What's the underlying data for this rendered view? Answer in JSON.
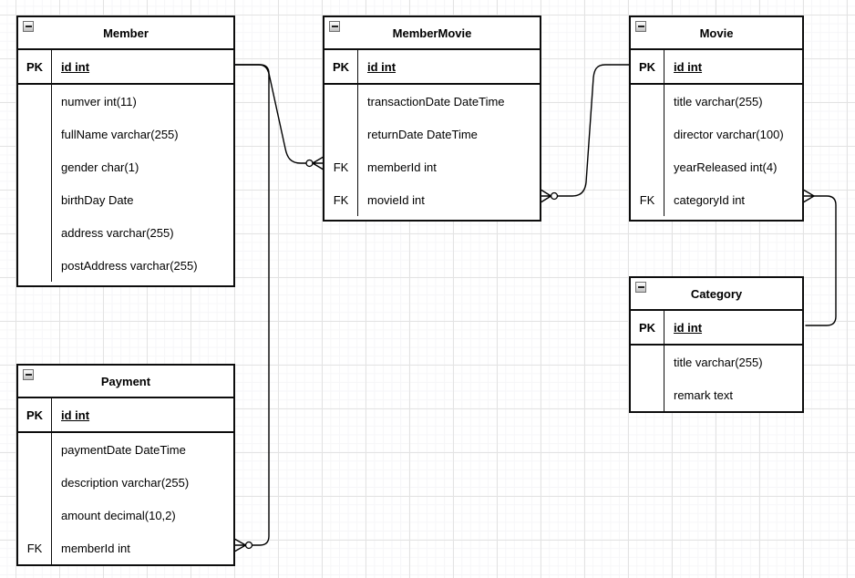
{
  "colors": {
    "canvas_bg": "#ffffff",
    "grid_major": "#e3e3e3",
    "grid_minor": "#f6f6f8",
    "table_border": "#0d0d0d",
    "table_bg": "#ffffff",
    "text": "#000000"
  },
  "tables": [
    {
      "title": "Member",
      "rows": [
        {
          "key": "PK",
          "text": "id int"
        },
        {
          "key": "",
          "text": "numver int(11)"
        },
        {
          "key": "",
          "text": "fullName varchar(255)"
        },
        {
          "key": "",
          "text": "gender char(1)"
        },
        {
          "key": "",
          "text": "birthDay Date"
        },
        {
          "key": "",
          "text": "address varchar(255)"
        },
        {
          "key": "",
          "text": "postAddress varchar(255)"
        }
      ]
    },
    {
      "title": "MemberMovie",
      "rows": [
        {
          "key": "PK",
          "text": "id int"
        },
        {
          "key": "",
          "text": "transactionDate DateTime"
        },
        {
          "key": "",
          "text": "returnDate DateTime"
        },
        {
          "key": "FK",
          "text": "memberId int"
        },
        {
          "key": "FK",
          "text": "movieId int"
        }
      ]
    },
    {
      "title": "Movie",
      "rows": [
        {
          "key": "PK",
          "text": "id int"
        },
        {
          "key": "",
          "text": "title varchar(255)"
        },
        {
          "key": "",
          "text": "director varchar(100)"
        },
        {
          "key": "",
          "text": "yearReleased int(4)"
        },
        {
          "key": "FK",
          "text": "categoryId int"
        }
      ]
    },
    {
      "title": "Category",
      "rows": [
        {
          "key": "PK",
          "text": "id int"
        },
        {
          "key": "",
          "text": "title varchar(255)"
        },
        {
          "key": "",
          "text": "remark text"
        }
      ]
    },
    {
      "title": "Payment",
      "rows": [
        {
          "key": "PK",
          "text": "id int"
        },
        {
          "key": "",
          "text": "paymentDate DateTime"
        },
        {
          "key": "",
          "text": "description varchar(255)"
        },
        {
          "key": "",
          "text": "amount decimal(10,2)"
        },
        {
          "key": "FK",
          "text": "memberId int"
        }
      ]
    }
  ],
  "edges": [
    {
      "from": "Member.id",
      "to": "MemberMovie.memberId",
      "marker_at_to": "zero-or-many"
    },
    {
      "from": "Member.id",
      "to": "Payment.memberId",
      "marker_at_to": "zero-or-many"
    },
    {
      "from": "Movie.id",
      "to": "MemberMovie.movieId",
      "marker_at_to": "zero-or-many"
    },
    {
      "from": "Category.id",
      "to": "Movie.categoryId",
      "marker_at_to": "many"
    }
  ]
}
